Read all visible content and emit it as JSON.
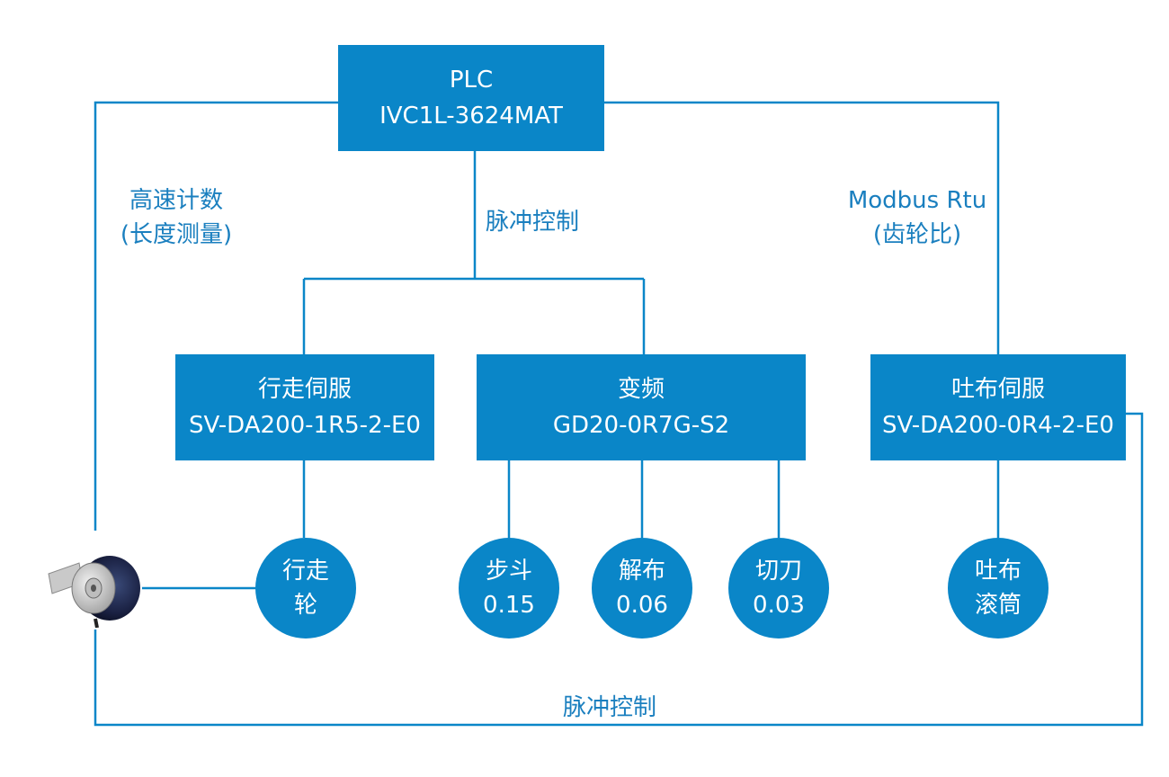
{
  "colors": {
    "box_fill": "#0a86c8",
    "line": "#0a86c8",
    "label_text": "#1a7fbf",
    "box_text": "#ffffff"
  },
  "nodes": {
    "plc": {
      "line1": "PLC",
      "line2": "IVC1L-3624MAT"
    },
    "travel_servo": {
      "line1": "行走伺服",
      "line2": "SV-DA200-1R5-2-E0"
    },
    "vfd": {
      "line1": "变频",
      "line2": "GD20-0R7G-S2"
    },
    "feed_servo": {
      "line1": "吐布伺服",
      "line2": "SV-DA200-0R4-2-E0"
    }
  },
  "circles": {
    "travel_wheel": {
      "line1": "行走",
      "line2": "轮"
    },
    "step": {
      "line1": "步斗",
      "line2": "0.15"
    },
    "unwind": {
      "line1": "解布",
      "line2": "0.06"
    },
    "cutter": {
      "line1": "切刀",
      "line2": "0.03"
    },
    "feed_roller": {
      "line1": "吐布",
      "line2": "滚筒"
    }
  },
  "labels": {
    "high_speed_1": "高速计数",
    "high_speed_2": "(长度测量)",
    "pulse_top": "脉冲控制",
    "modbus_1": "Modbus Rtu",
    "modbus_2": "(齿轮比)",
    "pulse_bottom": "脉冲控制"
  },
  "icons": {
    "encoder": "rotary-encoder-icon"
  }
}
